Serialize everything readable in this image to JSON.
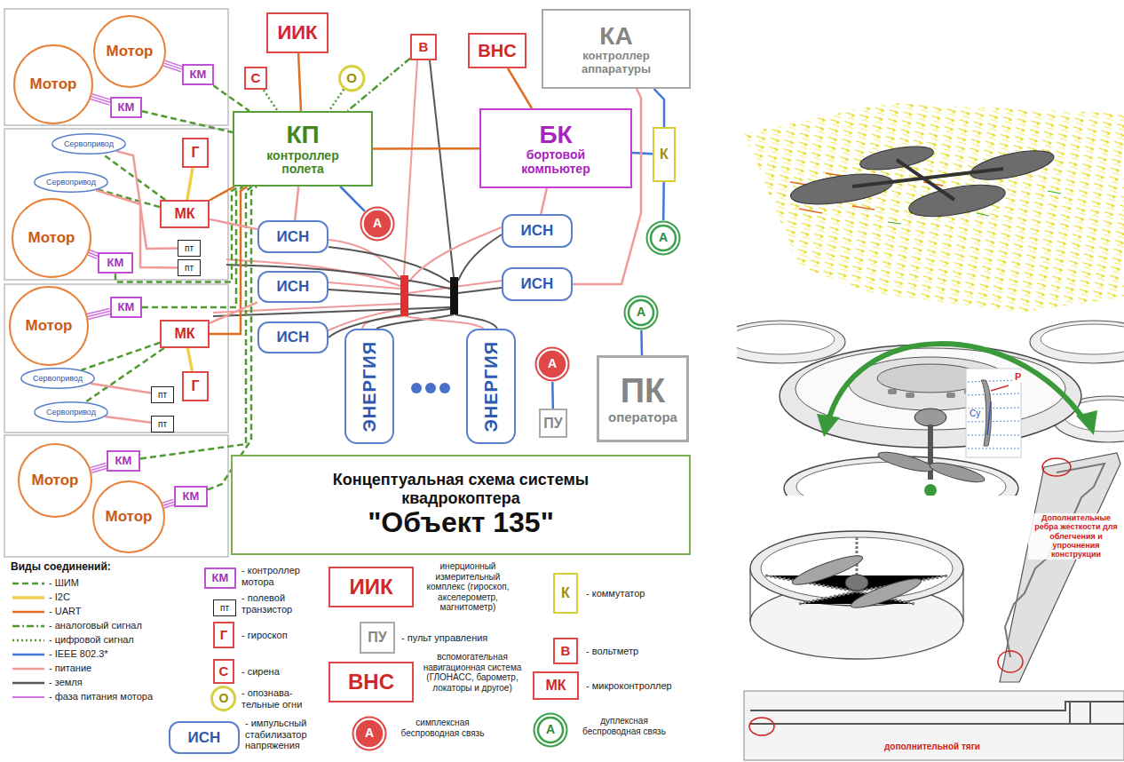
{
  "diagram": {
    "nodes": [
      {
        "text": [
          "Мотор"
        ]
      },
      {
        "text": [
          "Мотор"
        ]
      },
      {
        "text": [
          "КМ"
        ]
      },
      {
        "text": [
          "КМ"
        ]
      },
      {
        "text": [
          "Сервопривод"
        ]
      },
      {
        "text": [
          "Сервопривод"
        ]
      },
      {
        "text": [
          "Мотор"
        ]
      },
      {
        "text": [
          "Г"
        ]
      },
      {
        "text": [
          "МК"
        ]
      },
      {
        "text": [
          "пт"
        ]
      },
      {
        "text": [
          "пт"
        ]
      },
      {
        "text": [
          "КМ"
        ]
      },
      {
        "text": [
          "Мотор"
        ]
      },
      {
        "text": [
          "КМ"
        ]
      },
      {
        "text": [
          "МК"
        ]
      },
      {
        "text": [
          "Г"
        ]
      },
      {
        "text": [
          "Сервопривод"
        ]
      },
      {
        "text": [
          "Сервопривод"
        ]
      },
      {
        "text": [
          "пт"
        ]
      },
      {
        "text": [
          "пт"
        ]
      },
      {
        "text": [
          "Мотор"
        ]
      },
      {
        "text": [
          "Мотор"
        ]
      },
      {
        "text": [
          "КМ"
        ]
      },
      {
        "text": [
          "КМ"
        ]
      },
      {
        "text": [
          "С"
        ]
      },
      {
        "text": [
          "ИИК"
        ]
      },
      {
        "text": [
          "О"
        ]
      },
      {
        "text": [
          "В"
        ]
      },
      {
        "text": [
          "ВНС"
        ]
      },
      {
        "text": [
          "КА",
          "контроллер аппаратуры"
        ]
      },
      {
        "text": [
          "КП",
          "контроллер полета"
        ]
      },
      {
        "text": [
          "БК",
          "бортовой компьютер"
        ]
      },
      {
        "text": [
          "К"
        ]
      },
      {
        "text": [
          "А"
        ]
      },
      {
        "text": [
          "А"
        ]
      },
      {
        "text": [
          "ИСН"
        ]
      },
      {
        "text": [
          "ИСН"
        ]
      },
      {
        "text": [
          "ИСН"
        ]
      },
      {
        "text": [
          "ИСН"
        ]
      },
      {
        "text": [
          "ИСН"
        ]
      },
      {
        "text": [
          "ЭНЕРГИЯ"
        ]
      },
      {
        "text": [
          "ЭНЕРГИЯ"
        ]
      },
      {
        "text": [
          "А"
        ]
      },
      {
        "text": [
          "ПУ"
        ]
      },
      {
        "text": [
          "А"
        ]
      },
      {
        "text": [
          "ПК",
          "оператора"
        ]
      },
      {
        "text": [
          "Концептуальная схема системы квадрокоптера",
          "\"Объект 135\""
        ]
      },
      {
        "text": [
          "КМ"
        ]
      },
      {
        "text": [
          "пт"
        ]
      },
      {
        "text": [
          "Г"
        ]
      },
      {
        "text": [
          "С"
        ]
      },
      {
        "text": [
          "О"
        ]
      },
      {
        "text": [
          "ИСН"
        ]
      },
      {
        "text": [
          "ИИК"
        ]
      },
      {
        "text": [
          "ПУ"
        ]
      },
      {
        "text": [
          "ВНС"
        ]
      },
      {
        "text": [
          "А"
        ]
      },
      {
        "text": [
          "К"
        ]
      },
      {
        "text": [
          "В"
        ]
      },
      {
        "text": [
          "МК"
        ]
      },
      {
        "text": [
          "А"
        ]
      }
    ],
    "edges": [
      {
        "from": 2,
        "to": 0,
        "arrow": "none"
      },
      {
        "from": 3,
        "to": 1,
        "arrow": "none"
      },
      {
        "from": 2,
        "to": 30,
        "arrow": "none"
      },
      {
        "from": 3,
        "to": 30,
        "arrow": "none"
      },
      {
        "from": 8,
        "to": 4,
        "arrow": "none"
      },
      {
        "from": 8,
        "to": 5,
        "arrow": "none"
      },
      {
        "from": 7,
        "to": 8,
        "arrow": "none"
      },
      {
        "from": 4,
        "to": 9,
        "arrow": "none"
      },
      {
        "from": 5,
        "to": 10,
        "arrow": "none"
      },
      {
        "from": 11,
        "to": 6,
        "arrow": "none"
      },
      {
        "from": 11,
        "to": 30,
        "arrow": "none"
      },
      {
        "from": 8,
        "to": 30,
        "arrow": "none"
      },
      {
        "from": 13,
        "to": 12,
        "arrow": "none"
      },
      {
        "from": 15,
        "to": 14,
        "arrow": "none"
      },
      {
        "from": 14,
        "to": 16,
        "arrow": "none"
      },
      {
        "from": 14,
        "to": 17,
        "arrow": "none"
      },
      {
        "from": 16,
        "to": 18,
        "arrow": "none"
      },
      {
        "from": 17,
        "to": 19,
        "arrow": "none"
      },
      {
        "from": 14,
        "to": 30,
        "arrow": "none"
      },
      {
        "from": 13,
        "to": 30,
        "arrow": "none"
      },
      {
        "from": 22,
        "to": 20,
        "arrow": "none"
      },
      {
        "from": 23,
        "to": 21,
        "arrow": "none"
      },
      {
        "from": 22,
        "to": 30,
        "arrow": "none"
      },
      {
        "from": 23,
        "to": 30,
        "arrow": "none"
      },
      {
        "from": 24,
        "to": 30,
        "arrow": "none"
      },
      {
        "from": 25,
        "to": 30,
        "arrow": "none"
      },
      {
        "from": 26,
        "to": 30,
        "arrow": "none"
      },
      {
        "from": 27,
        "to": 30,
        "arrow": "none"
      },
      {
        "from": 28,
        "to": 31,
        "arrow": "none"
      },
      {
        "from": 30,
        "to": 31,
        "arrow": "none"
      },
      {
        "from": 29,
        "to": 32,
        "arrow": "none"
      },
      {
        "from": 31,
        "to": 32,
        "arrow": "none"
      },
      {
        "from": 32,
        "to": 34,
        "arrow": "none"
      },
      {
        "from": 30,
        "to": 33,
        "arrow": "none"
      },
      {
        "from": 44,
        "to": 45,
        "arrow": "none"
      },
      {
        "from": 42,
        "to": 43,
        "arrow": "none"
      },
      {
        "from": 35,
        "to": 30,
        "arrow": "none"
      },
      {
        "from": 35,
        "to": 8,
        "arrow": "none"
      },
      {
        "from": 36,
        "to": 14,
        "arrow": "none"
      },
      {
        "from": 38,
        "to": 31,
        "arrow": "none"
      },
      {
        "from": 39,
        "to": 29,
        "arrow": "none"
      }
    ],
    "labels": [
      "Виды соединений:",
      "P",
      "Cy",
      "Дополнительные ребра жесткости для облегчения и упрочнения конструкции",
      "дополнительной тяги"
    ],
    "legend": [
      {
        "text": "- ШИМ"
      },
      {
        "text": "- I2C"
      },
      {
        "text": "- UART"
      },
      {
        "text": "- аналоговый сигнал"
      },
      {
        "text": "- цифровой сигнал"
      },
      {
        "text": "- IEEE 802.3*"
      },
      {
        "text": "- питание"
      },
      {
        "text": "- земля"
      },
      {
        "text": "- фаза питания мотора"
      },
      {
        "text": "- контроллер мотора"
      },
      {
        "text": "- полевой транзистор"
      },
      {
        "text": "- гироскоп"
      },
      {
        "text": "- сирена"
      },
      {
        "text": "- опознава- тельные огни"
      },
      {
        "text": "- импульсный стабилизатор напряжения"
      },
      {
        "text": "инерционный измерительный комплекс (гироскоп, акселерометр, магнитометр)"
      },
      {
        "text": "- пульт управления"
      },
      {
        "text": "вспомогательная навигационная система (ГЛОНАСС, барометр, локаторы и другое)"
      },
      {
        "text": "симплексная беспроводная связь"
      },
      {
        "text": "- коммутатор"
      },
      {
        "text": "- вольтметр"
      },
      {
        "text": "- микроконтроллер"
      },
      {
        "text": "дуплексная беспроводная связь"
      }
    ]
  }
}
